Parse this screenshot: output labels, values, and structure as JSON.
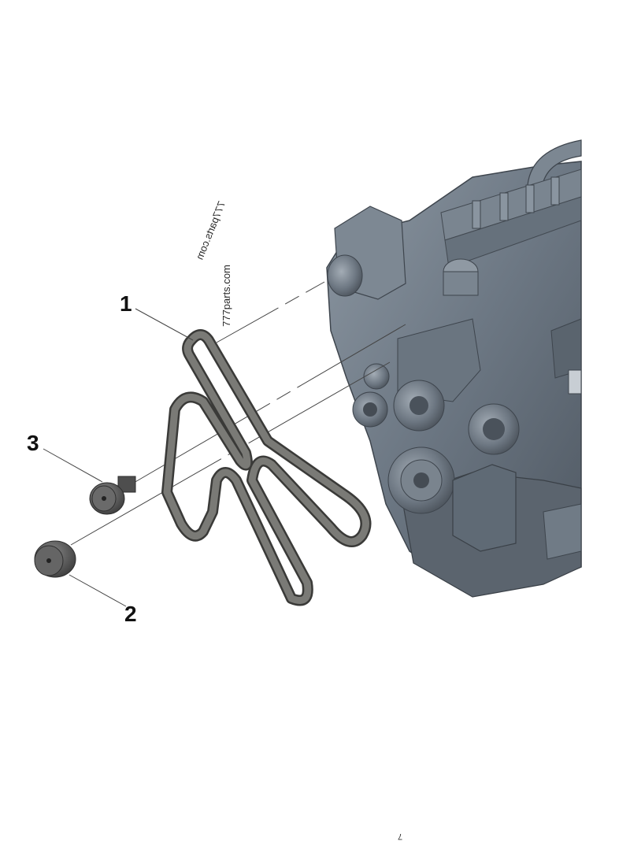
{
  "callouts": [
    {
      "id": "1",
      "label": "1"
    },
    {
      "id": "2",
      "label": "2"
    },
    {
      "id": "3",
      "label": "3"
    }
  ],
  "watermarks": [
    "777parts.com",
    "777parts.com"
  ],
  "page_mark": "7",
  "colors": {
    "engine_body": "#6f7a86",
    "engine_dark": "#4b535c",
    "engine_light": "#9aa4ae",
    "belt": "#6b6b68",
    "belt_edge": "#3a3a38",
    "roller": "#575757",
    "leader_line": "#444444"
  }
}
